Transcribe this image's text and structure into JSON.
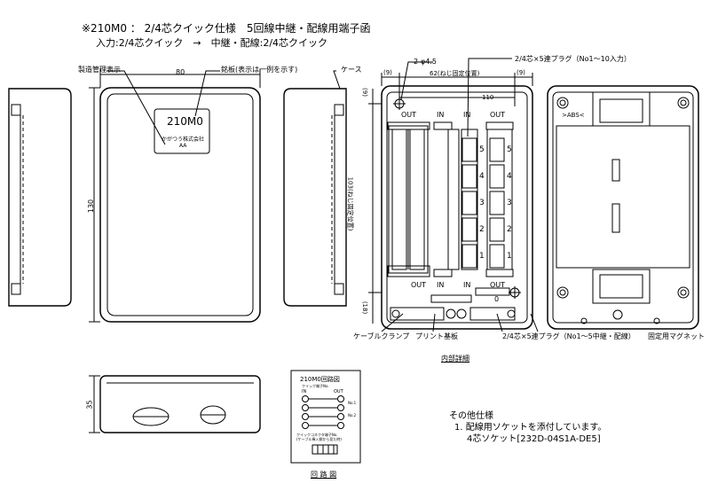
{
  "header": {
    "title": "※210M0 ： 2/4芯クイック仕様　5回線中継・配線用端子函",
    "subtitle": "入力:2/4芯クイック　→　中継・配線:2/4芯クイック"
  },
  "front_view": {
    "label_mfg": "製造管理表示",
    "label_nameplate": "銘板(表示は一例を示す)",
    "width_dim": "80",
    "height_dim": "130",
    "plate_model": "210M0",
    "plate_maker": "かがつう株式会社",
    "plate_code": "AA"
  },
  "side_view": {
    "label_case": "ケース"
  },
  "internal_view": {
    "dim_hole": "2-φ4.5",
    "dim_left": "(9)",
    "dim_pitch": "62(ねじ固定位置)",
    "dim_right": "(9)",
    "dim_total": "110",
    "dim_vertical": "103(ねじ固定位置)",
    "dim_v_top": "(9)",
    "dim_v_bottom": "(18)",
    "plug_label_top": "2/4芯×5連プラグ（No1～10入力）",
    "out": "OUT",
    "in": "IN",
    "zero": "0",
    "left_numbers": [
      "5",
      "4",
      "3",
      "2",
      "1"
    ],
    "right_numbers": [
      "5",
      "4",
      "3",
      "2",
      "1"
    ],
    "cable_clamp": "ケーブルクランプ",
    "pcb": "プリント基板",
    "plug_label_bottom": "2/4芯×5連プラグ（No1～5中継・配線）",
    "magnet": "固定用マグネット",
    "caption": "内部詳細"
  },
  "back_view": {
    "abs_label": ">ABS<"
  },
  "bottom_view": {
    "height_dim": "35"
  },
  "circuit": {
    "title": "210M0回路図",
    "in_header": "クイック端子No.",
    "in_sub": "IN",
    "out_sub": "OUT",
    "side_no1": "No.1",
    "side_no2": "No.2",
    "note": "クイックコネクタ端子No.\n(ケーブル挿入側から見た時)",
    "caption": "回 路 図"
  },
  "other_spec": {
    "title": "その他仕様",
    "line1": "1. 配線用ソケットを添付しています。",
    "line2": "4芯ソケット[232D-04S1A-DE5]"
  }
}
